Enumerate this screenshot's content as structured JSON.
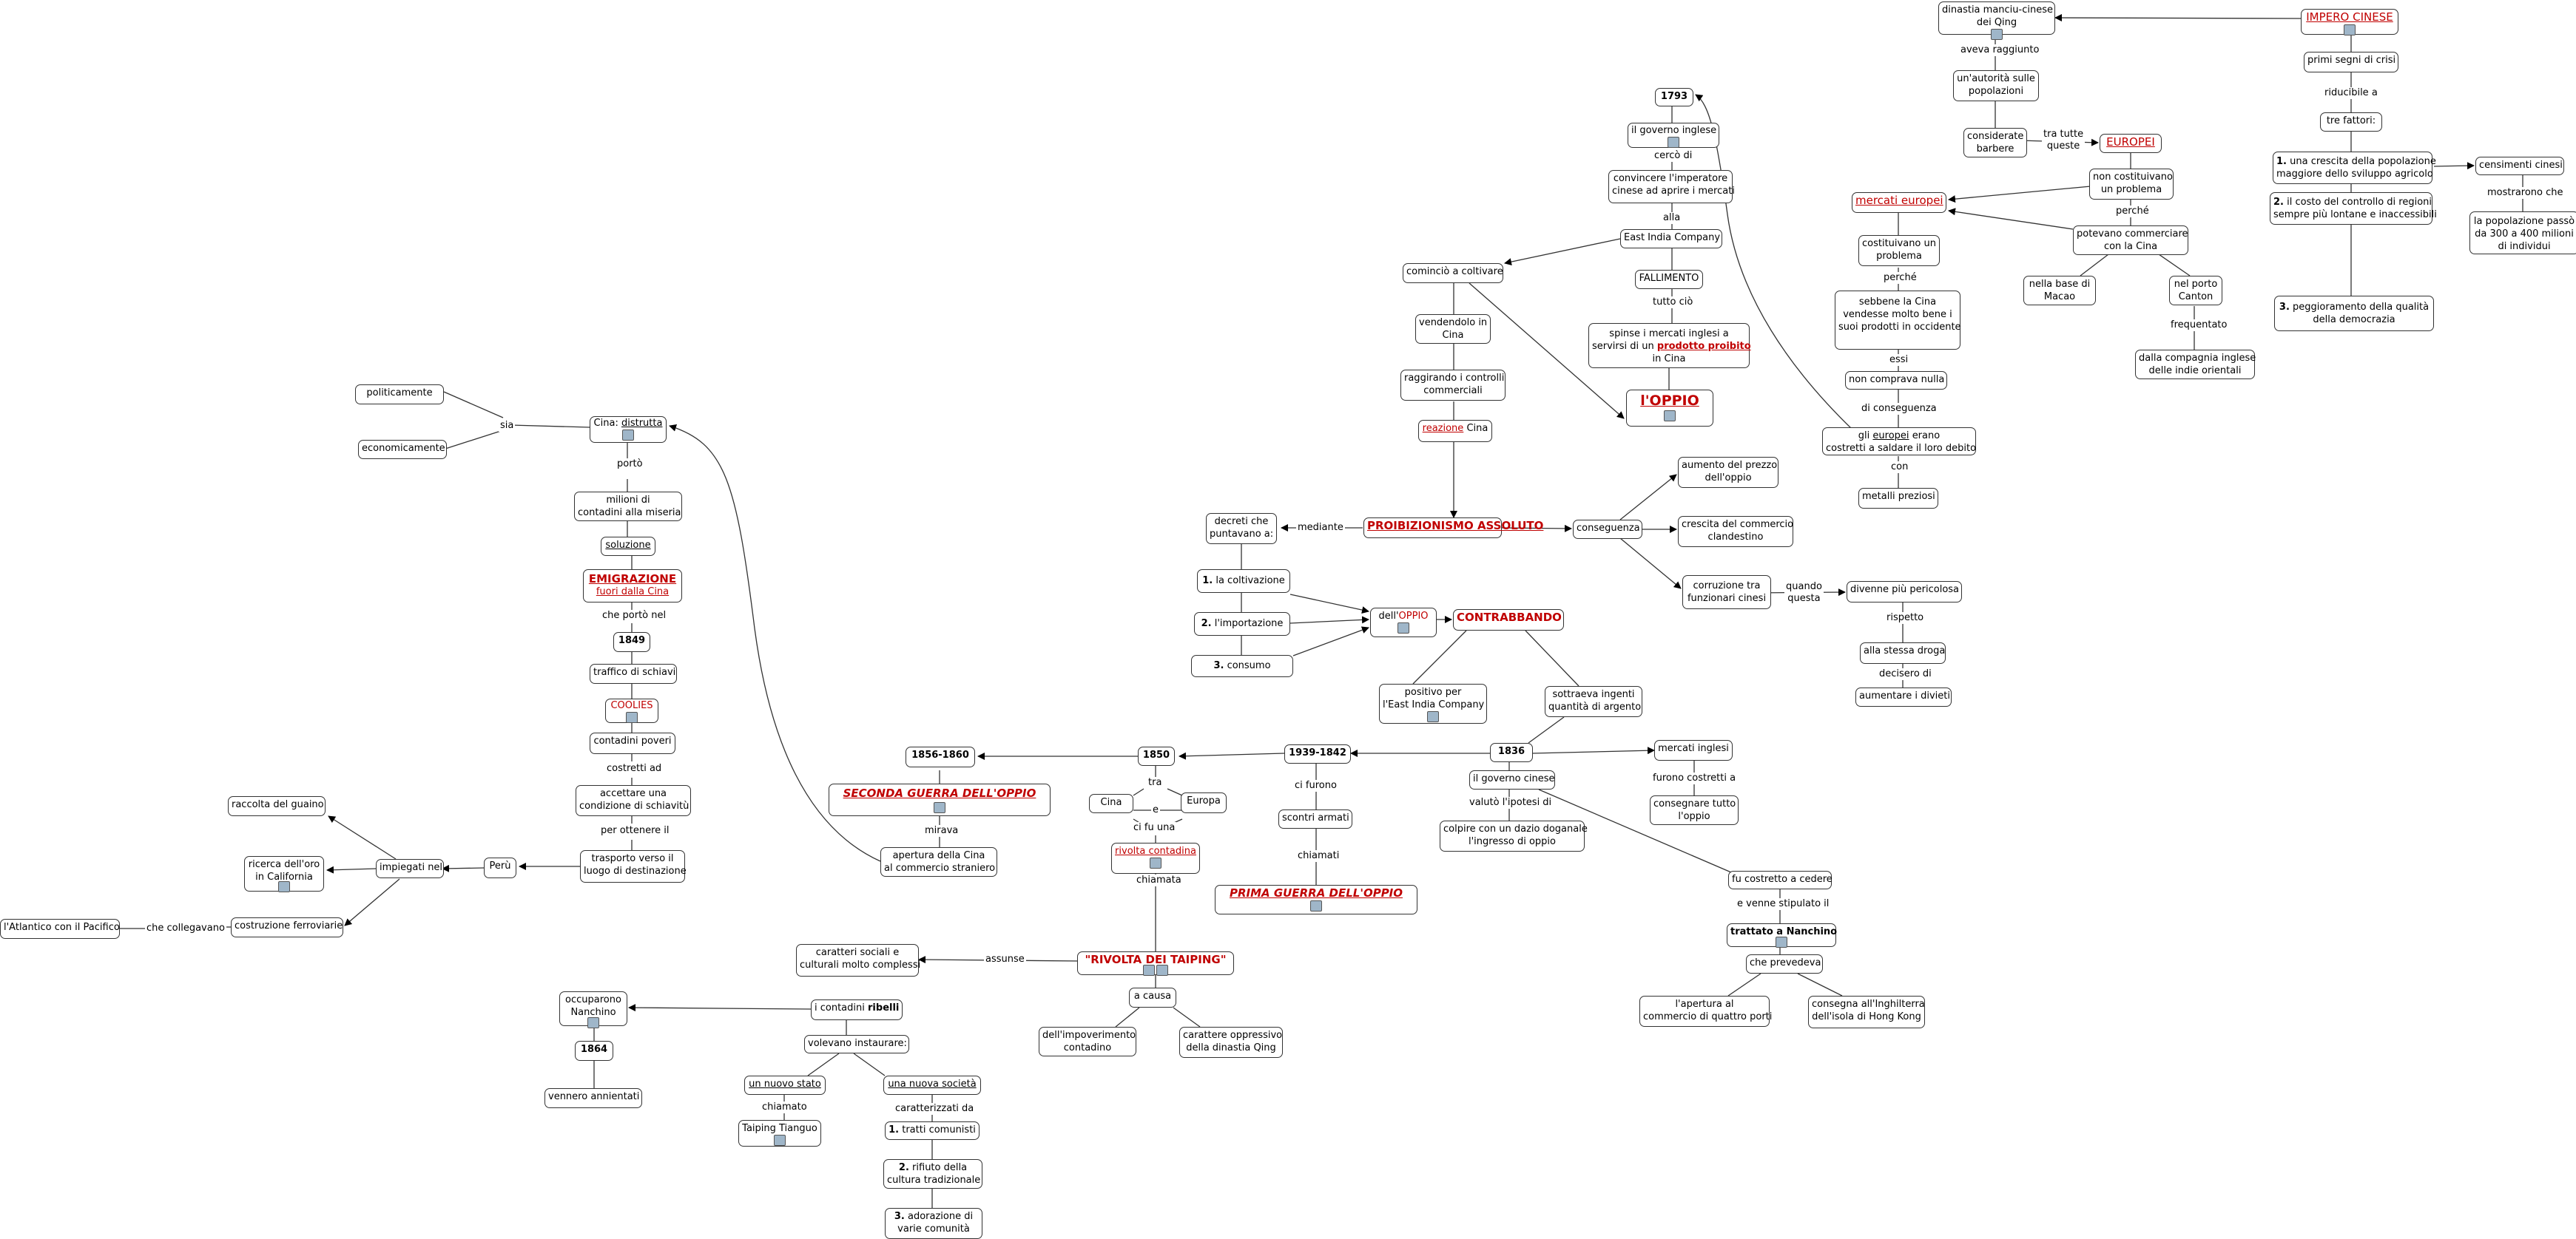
{
  "nodes": {
    "impero_cinese": "IMPERO CINESE",
    "dinastia_1": "dinastia manciu-cinese",
    "dinastia_2": "dei Qing",
    "aveva_raggiunto": "aveva raggiunto",
    "autorita_1": "un'autorità sulle",
    "autorita_2": "popolazioni",
    "considerate_1": "considerate",
    "considerate_2": "barbere",
    "tra_tutte_1": "tra tutte",
    "tra_tutte_2": "queste",
    "europei": "EUROPEI",
    "non_costituivano_1": "non costituivano",
    "non_costituivano_2": "un problema",
    "perche": "perché",
    "potevano_1": "potevano commerciare",
    "potevano_2": "con la Cina",
    "nella_base_1": "nella base di",
    "nella_base_2": "Macao",
    "nel_porto_1": "nel porto",
    "nel_porto_2": "Canton",
    "frequentato": "frequentato",
    "dalla_compagnia_1": "dalla compagnia inglese",
    "dalla_compagnia_2": "delle indie orientali",
    "mercati_europei": "mercati europei",
    "costituivano_1": "costituivano un",
    "costituivano_2": "problema",
    "sebbene_1": "sebbene la Cina",
    "sebbene_2": "vendesse molto bene i",
    "sebbene_3": "suoi prodotti in occidente",
    "essi": "essi",
    "non_comprava": "non comprava nulla",
    "di_conseguenza": "di conseguenza",
    "gli_europei_a": "gli",
    "gli_europei_b": "europei",
    "gli_europei_c": "erano",
    "gli_europei_2": "costretti a  saldare il loro debito",
    "con": "con",
    "metalli_preziosi": "metalli preziosi",
    "primi_segni": "primi segni di crisi",
    "riducibile_a": "riducibile a",
    "tre_fattori": "tre  fattori:",
    "f1_num": "1.",
    "f1_1": "una crescita della popolazione",
    "f1_2": "maggiore dello sviluppo agricolo",
    "f2_num": "2.",
    "f2_1": "il costo del controllo di regioni",
    "f2_2": "sempre più lontane e inaccessibili",
    "f3_num": "3.",
    "f3_1": "peggioramento della qualità",
    "f3_2": "della democrazia",
    "censimenti": "censimenti cinesi",
    "mostrarono_che": "mostrarono che",
    "popolazione_1": "la popolazione passò",
    "popolazione_2": "da 300 a 400 milioni",
    "popolazione_3": "di individui",
    "y1793": "1793",
    "governo_inglese_1793": "il governo inglese",
    "cerco_di": "cercò di",
    "convincere_1": "convincere l'imperatore",
    "convincere_2": "cinese ad aprire i mercati",
    "alla": "alla",
    "east_india": "East India Company",
    "fallimento": "FALLIMENTO",
    "tutto_cio": "tutto ciò",
    "spinse_1": "spinse i mercati inglesi a",
    "spinse_2a": "servirsi di un",
    "spinse_2b": "prodotto proibito",
    "spinse_3": "in Cina",
    "loppio_l": "l'",
    "loppio_o": "OPPIO",
    "comincio": "cominciò a coltivare",
    "vendendolo_1": "vendendolo in",
    "vendendolo_2": "Cina",
    "raggirando_1": "raggirando i controlli",
    "raggirando_2": "commerciali",
    "reazione_a": "reazione",
    "reazione_b": "Cina",
    "proibizionismo": "PROIBIZIONISMO ASSOLUTO",
    "mediante": "mediante",
    "decreti_1": "decreti che",
    "decreti_2": "puntavano a:",
    "d1_num": "1.",
    "d1": "la coltivazione",
    "d2_num": "2.",
    "d2": "l'importazione",
    "d3_num": "3.",
    "d3": "consumo",
    "delloppio_a": "dell'",
    "delloppio_b": "OPPIO",
    "contrabbando": "CONTRABBANDO",
    "positivo_1": "positivo per",
    "positivo_2": "l'East India Company",
    "sottraeva_1": "sottraeva ingenti",
    "sottraeva_2": "quantità di argento",
    "conseguenza": "conseguenza",
    "aumento_1": "aumento del prezzo",
    "aumento_2": "dell'oppio",
    "crescita_1": "crescita del commercio",
    "crescita_2": "clandestino",
    "corruzione_1": "corruzione tra",
    "corruzione_2": "funzionari cinesi",
    "quando_1": "quando",
    "quando_2": "questa",
    "divenne": "divenne più pericolosa",
    "rispetto": "rispetto",
    "alla_stessa": "alla stessa droga",
    "decisero_di": "decisero di",
    "aumentare": "aumentare i divieti",
    "y1836": "1836",
    "mercati_inglesi": "mercati inglesi",
    "furono_costretti": "furono costretti a",
    "consegnare_1": "consegnare tutto",
    "consegnare_2": "l'oppio",
    "governo_cinese": "il governo cinese",
    "valuto": "valutò l'ipotesi di",
    "colpire_1": "colpire con un dazio doganale",
    "colpire_2": "l'ingresso di oppio",
    "fu_costretto": "fu costretto a cedere",
    "e_venne": "e venne stipulato il",
    "trattato_a": "trattato a",
    "trattato_b": "Nanchino",
    "che_prevedeva": "che prevedeva",
    "apertura_quattro_1": "l'apertura al",
    "apertura_quattro_2": "commercio di quattro porti",
    "consegna_hk_1": "consegna all'Inghilterra",
    "consegna_hk_2": "dell'isola di Hong Kong",
    "y1939": "1939-1842",
    "ci_furono": "ci furono",
    "scontri_armati": "scontri armati",
    "chiamati": "chiamati",
    "prima_guerra": "PRIMA GUERRA DELL'OPPIO",
    "y1850": "1850",
    "tra": "tra",
    "cina": "Cina",
    "e": "e",
    "europa": "Europa",
    "ci_fu_una": "ci fu una",
    "rivolta_contadina": "rivolta contadina",
    "chiamata": "chiamata",
    "rivolta_taiping": "\"RIVOLTA DEI TAIPING\"",
    "a_causa": "a causa",
    "impoverimento_1": "dell'impoverimento",
    "impoverimento_2": "contadino",
    "carattere_1": "carattere oppressivo",
    "carattere_2": "della dinastia Qing",
    "assunse": "assunse",
    "caratteri_1": "caratteri sociali e",
    "caratteri_2": "culturali molto complessi",
    "contadini_ribelli_a": "i contadini",
    "contadini_ribelli_b": "ribelli",
    "occuparono_1": "occuparono",
    "occuparono_2": "Nanchino",
    "y1864": "1864",
    "vennero": "vennero annientati",
    "volevano": "volevano instaurare:",
    "nuovo_stato": "un nuovo stato",
    "chiamato": "chiamato",
    "taiping_tianguo": "Taiping Tianguo",
    "nuova_societa": "una nuova società",
    "caratterizzati_da": "caratterizzati da",
    "t1_num": "1.",
    "t1": "tratti comunisti",
    "t2_num": "2.",
    "t2_1": "rifiuto della",
    "t2_2": "cultura tradizionale",
    "t3_num": "3.",
    "t3_1": "adorazione di",
    "t3_2": "varie comunità",
    "y1856": "1856-1860",
    "seconda_guerra": "SECONDA GUERRA DELL'OPPIO",
    "mirava": "mirava",
    "apertura_cina_1": "apertura della Cina",
    "apertura_cina_2": "al commercio straniero",
    "cina_distrutta_a": "Cina:",
    "cina_distrutta_b": "distrutta",
    "sia": "sia",
    "politicamente": "politicamente",
    "economicamente": "economicamente",
    "porto": "portò",
    "milioni_1": "milioni di",
    "milioni_2": "contadini alla miseria",
    "soluzione": "soluzione",
    "emigrazione_1": "EMIGRAZIONE",
    "emigrazione_2": "fuori dalla Cina",
    "che_porto_nel": "che portò nel",
    "y1849": "1849",
    "traffico": "traffico di schiavi",
    "coolies": "COOLIES",
    "contadini_poveri": "contadini poveri",
    "costretti_ad": "costretti ad",
    "accettare_1": "accettare una",
    "accettare_2": "condizione di schiavitù",
    "per_ottenere": "per ottenere il",
    "trasporto_1": "trasporto verso il",
    "trasporto_2": "luogo di destinazione",
    "peru": "Perù",
    "impiegati_nel": "impiegati nel",
    "raccolta": "raccolta del guaino",
    "ricerca_1": "ricerca dell'oro",
    "ricerca_2": "in California",
    "costruzione": "costruzione ferroviarie",
    "che_collegavano": "che collegavano",
    "atlantico": "l'Atlantico con il Pacifico"
  },
  "colors": {
    "accent_red": "#c00000",
    "border": "#333333",
    "icon_fill": "#9fb6c9"
  },
  "icons": [
    "map-icon",
    "link-icon"
  ]
}
